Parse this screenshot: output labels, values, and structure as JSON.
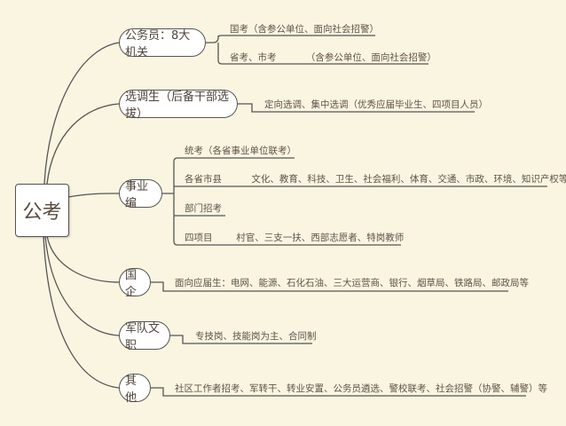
{
  "root": "公考",
  "branches": [
    {
      "label": "公务员：8大机关",
      "children": [
        "国考（含参公单位、面向社会招警）",
        "省考、市考          （含参公单位、面向社会招警）"
      ]
    },
    {
      "label": "选调生（后备干部选拔）",
      "children": [
        "定向选调、集中选调（优秀应届毕业生、四项目人员）"
      ]
    },
    {
      "label": "事业编",
      "children": [
        "统考（各省事业单位联考）",
        "各省市县          文化、教育、科技、卫生、社会福利、体育、交通、市政、环境、知识产权等",
        "部门招考",
        "四项目        村官、三支一扶、西部志愿者、特岗教师"
      ]
    },
    {
      "label": "国企",
      "children": [
        "面向应届生：电网、能源、石化石油、三大运营商、银行、烟草局、铁路局、邮政局等"
      ]
    },
    {
      "label": "军队文职",
      "children": [
        "专技岗、技能岗为主、合同制"
      ]
    },
    {
      "label": "其他",
      "children": [
        "社区工作者招考、军转干、转业安置、公务员遴选、警校联考、社会招警（协警、辅警）等"
      ]
    }
  ]
}
